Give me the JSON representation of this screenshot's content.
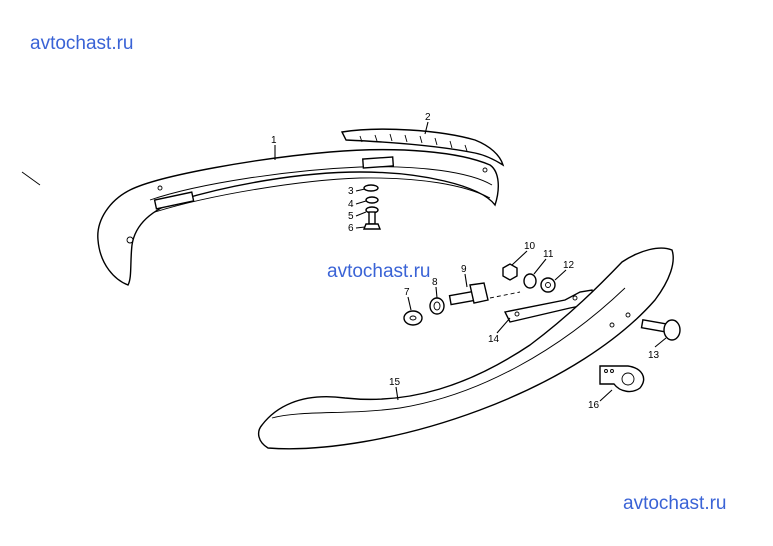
{
  "watermarks": [
    "avtochast.ru",
    "avtochast.ru",
    "avtochast.ru"
  ],
  "callouts": [
    "1",
    "2",
    "3",
    "4",
    "5",
    "6",
    "7",
    "8",
    "9",
    "10",
    "11",
    "12",
    "13",
    "14",
    "15",
    "16"
  ]
}
